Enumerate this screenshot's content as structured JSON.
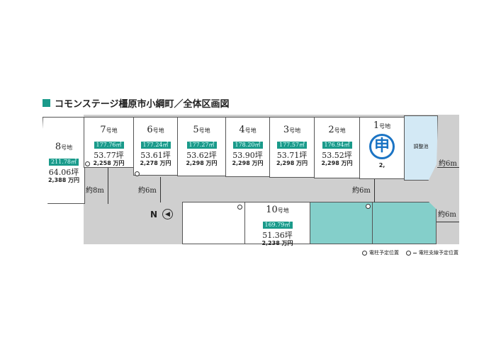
{
  "title": "コモンステージ橿原市小綱町／全体区画図",
  "lots": [
    {
      "no": "8",
      "suffix": "号地",
      "area": "211.78㎡",
      "tsubo": "64.06坪",
      "price": "2,388 万円"
    },
    {
      "no": "7",
      "suffix": "号地",
      "area": "177.76㎡",
      "tsubo": "53.77坪",
      "price": "2,258 万円"
    },
    {
      "no": "6",
      "suffix": "号地",
      "area": "177.24㎡",
      "tsubo": "53.61坪",
      "price": "2,278 万円"
    },
    {
      "no": "5",
      "suffix": "号地",
      "area": "177.27㎡",
      "tsubo": "53.62坪",
      "price": "2,298 万円"
    },
    {
      "no": "4",
      "suffix": "号地",
      "area": "178.20㎡",
      "tsubo": "53.90坪",
      "price": "2,298 万円"
    },
    {
      "no": "3",
      "suffix": "号地",
      "area": "177.57㎡",
      "tsubo": "53.71坪",
      "price": "2,298 万円"
    },
    {
      "no": "2",
      "suffix": "号地",
      "area": "176.94㎡",
      "tsubo": "53.52坪",
      "price": "2,298 万円"
    },
    {
      "no": "1",
      "suffix": "号地",
      "price": "2,"
    },
    {
      "no": "10",
      "suffix": "号地",
      "area": "169.79㎡",
      "tsubo": "51.36坪",
      "price": "2,238 万円"
    }
  ],
  "stamp": "申",
  "pond": "調整池",
  "dims": {
    "d1": "約8m",
    "d2": "約6m",
    "d3": "約6m",
    "d4": "約6m",
    "d5": "約6m"
  },
  "north": "N",
  "legend": {
    "pole": "電柱予定位置",
    "stay": "電柱支線予定位置"
  },
  "colors": {
    "accent": "#1a9a8a",
    "sold": "#84cfca",
    "pond": "#d3e9f5",
    "road": "#cfcfcf"
  }
}
